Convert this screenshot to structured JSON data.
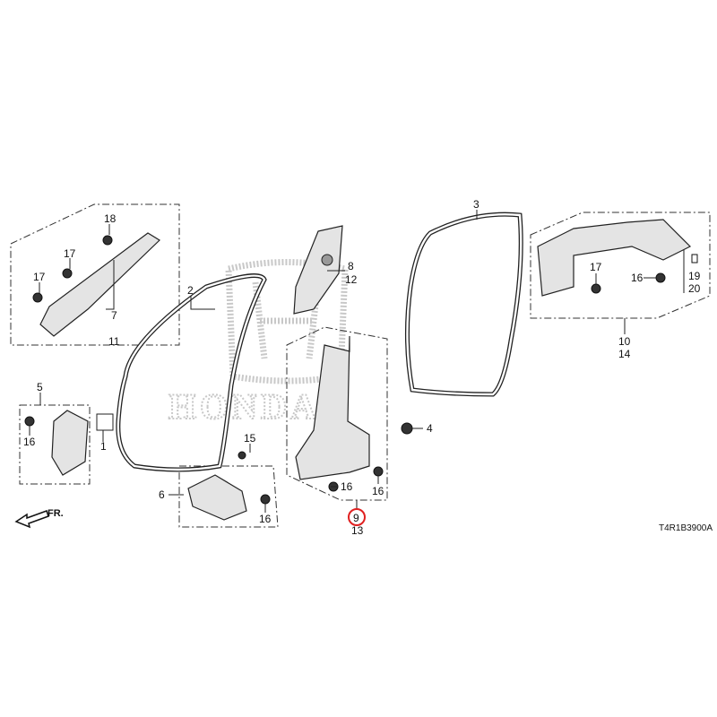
{
  "watermark": {
    "brand": "HONDA"
  },
  "highlight_color": "#e02020",
  "callouts": {
    "c18": "18",
    "c17a": "17",
    "c17b": "17",
    "c7": "7",
    "c11": "11",
    "c2": "2",
    "c5": "5",
    "c16a": "16",
    "c1": "1",
    "c15": "15",
    "c6": "6",
    "c16b": "16",
    "c3": "3",
    "c8": "8",
    "c12": "12",
    "c4": "4",
    "c16c": "16",
    "c16d": "16",
    "c9": "9",
    "c13": "13",
    "c17c": "17",
    "c16e": "16",
    "c19": "19",
    "c20": "20",
    "c10": "10",
    "c14": "14"
  },
  "front_indicator": "FR.",
  "diagram_code": "T4R1B3900A"
}
